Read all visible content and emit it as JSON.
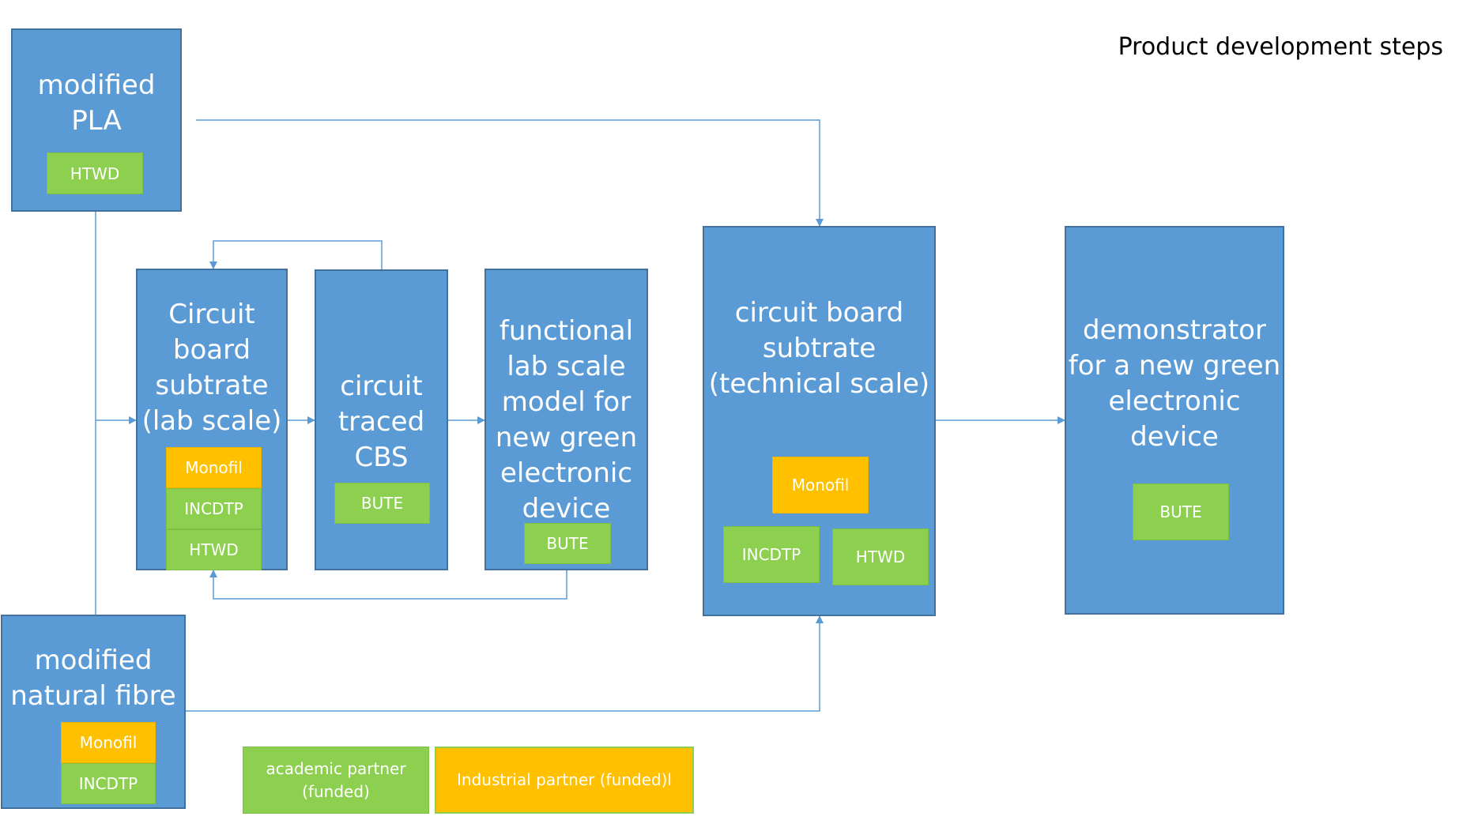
{
  "title": "Product development steps",
  "boxes": {
    "pla": {
      "title": "modified\nPLA",
      "partners": [
        "HTWD"
      ]
    },
    "fibre": {
      "title": "modified\nnatural fibre",
      "partners": [
        "Monofil",
        "INCDTP"
      ]
    },
    "cbs_lab": {
      "title": "Circuit\nboard\nsubtrate\n(lab scale)",
      "partners": [
        "Monofil",
        "INCDTP",
        "HTWD"
      ]
    },
    "traced": {
      "title": "circuit\ntraced\nCBS",
      "partners": [
        "BUTE"
      ]
    },
    "functional": {
      "title": "functional\nlab scale\nmodel for\nnew green\nelectronic\ndevice",
      "partners": [
        "BUTE"
      ]
    },
    "cbs_tech": {
      "title": "circuit board\nsubtrate\n(technical scale)",
      "partners": [
        "Monofil",
        "INCDTP",
        "HTWD"
      ]
    },
    "demo": {
      "title": "demonstrator\nfor a new green\nelectronic\ndevice",
      "partners": [
        "BUTE"
      ]
    }
  },
  "legend": {
    "academic": "academic partner\n(funded)",
    "industrial": "Industrial partner (funded)l"
  },
  "colors": {
    "box_fill": "#5b9bd5",
    "box_border": "#41719c",
    "academic": "#8dd050",
    "industrial": "#ffc000",
    "connector": "#5b9bd5"
  }
}
